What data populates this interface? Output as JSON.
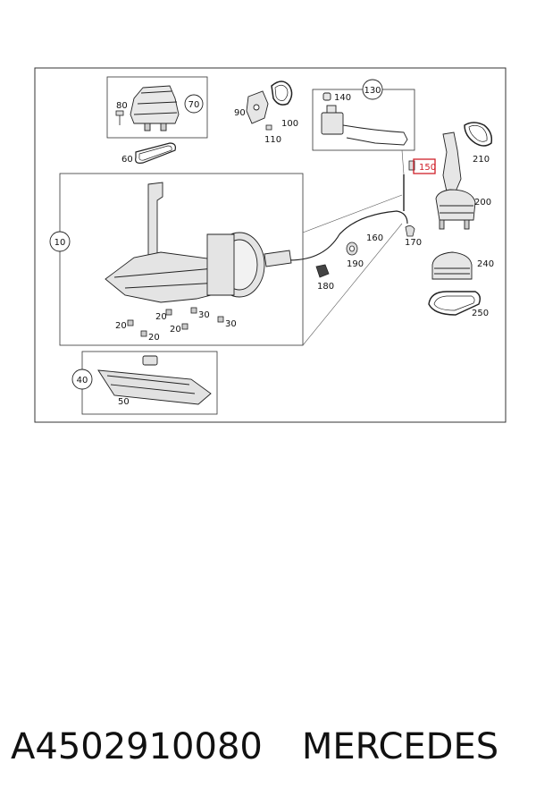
{
  "diagram": {
    "callouts": [
      {
        "id": "c10",
        "text": "10"
      },
      {
        "id": "c40",
        "text": "40"
      },
      {
        "id": "c70",
        "text": "70"
      },
      {
        "id": "c130",
        "text": "130"
      }
    ],
    "labels": [
      {
        "id": "l20a",
        "text": "20"
      },
      {
        "id": "l20b",
        "text": "20"
      },
      {
        "id": "l20c",
        "text": "20"
      },
      {
        "id": "l20d",
        "text": "20"
      },
      {
        "id": "l30a",
        "text": "30"
      },
      {
        "id": "l30b",
        "text": "30"
      },
      {
        "id": "l50",
        "text": "50"
      },
      {
        "id": "l60",
        "text": "60"
      },
      {
        "id": "l80",
        "text": "80"
      },
      {
        "id": "l90",
        "text": "90"
      },
      {
        "id": "l100",
        "text": "100"
      },
      {
        "id": "l110",
        "text": "110"
      },
      {
        "id": "l140",
        "text": "140"
      },
      {
        "id": "l160",
        "text": "160"
      },
      {
        "id": "l170",
        "text": "170"
      },
      {
        "id": "l180",
        "text": "180"
      },
      {
        "id": "l190",
        "text": "190"
      },
      {
        "id": "l200",
        "text": "200"
      },
      {
        "id": "l210",
        "text": "210"
      },
      {
        "id": "l240",
        "text": "240"
      },
      {
        "id": "l250",
        "text": "250"
      }
    ],
    "highlight": {
      "text": "150",
      "color": "#d0202a"
    }
  },
  "caption": {
    "part_number": "A4502910080",
    "brand": "MERCEDES"
  }
}
